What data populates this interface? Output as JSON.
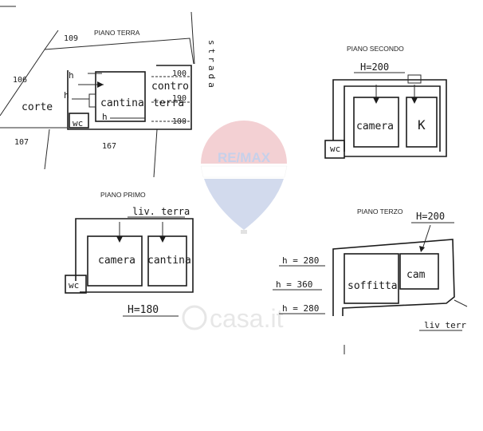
{
  "watermarks": {
    "remax_logo": "RE/MAX",
    "casa_logo": "casa.it"
  },
  "ground_floor": {
    "title": "PIANO TERRA",
    "parcel_109": "109",
    "parcel_106": "106",
    "parcel_107": "107",
    "parcel_167": "167",
    "parcel_100a": "100",
    "parcel_190": "190",
    "parcel_100b": "100",
    "label_corte": "corte",
    "label_cantina": "cantina",
    "label_contro": "contro",
    "label_terra": "terra",
    "label_wc": "wc",
    "label_strada": "strada",
    "h1": "h",
    "h2": "h",
    "h3": "h"
  },
  "second_floor": {
    "title": "PIANO SECONDO",
    "height": "H=200",
    "label_camera": "camera",
    "label_k": "K",
    "label_wc": "wc"
  },
  "first_floor": {
    "title": "PIANO PRIMO",
    "liv_terra": "liv. terra",
    "label_camera": "camera",
    "label_cantina": "cantina",
    "label_wc": "wc",
    "height": "H=180"
  },
  "third_floor": {
    "title": "PIANO TERZO",
    "height": "H=200",
    "h280a": "h = 280",
    "h360": "h = 360",
    "h280b": "h = 280",
    "label_soffitta": "soffitta",
    "label_cam": "cam",
    "liv_terr": "liv terr"
  }
}
